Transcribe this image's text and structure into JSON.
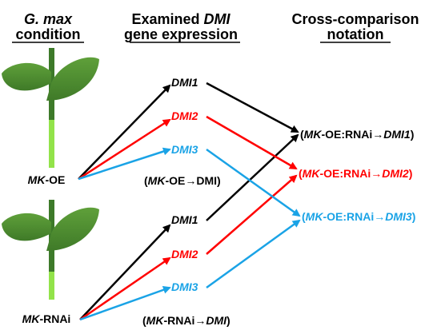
{
  "headers": {
    "condition": {
      "line1": "G. max",
      "line2": "condition"
    },
    "expression": {
      "line1_prefix": "Examined ",
      "line1_italic": "DMI",
      "line2": "gene expression"
    },
    "notation": {
      "line1": "Cross-comparison",
      "line2": "notation"
    }
  },
  "conditions": {
    "oe": {
      "italic": "MK",
      "rest": "-OE"
    },
    "rnai": {
      "italic": "MK",
      "rest": "-RNAi"
    }
  },
  "genes": [
    "DMI1",
    "DMI2",
    "DMI3"
  ],
  "oe_summary": {
    "open": "(",
    "italic": "MK",
    "rest": "-OE→DMI)"
  },
  "rnai_summary": {
    "open": "(",
    "italic": "MK",
    "rest": "-RNAi→",
    "gene_italic": "DMI",
    "close": ")"
  },
  "cross": [
    {
      "open": "(",
      "italic": "MK",
      "mid": "-OE:RNAi→",
      "gene": "DMI1",
      "close": ")",
      "color": "#000000"
    },
    {
      "open": "(",
      "italic": "MK",
      "mid": "-OE:RNAi→",
      "gene": "DMI2",
      "close": ")",
      "color": "#ff0000"
    },
    {
      "open": "(",
      "italic": "MK",
      "mid": "-OE:RNAi→",
      "gene": "DMI3",
      "close": ")",
      "color": "#1aa3e6"
    }
  ],
  "colors": {
    "dmi1": "#000000",
    "dmi2": "#ff0000",
    "dmi3": "#1aa3e6",
    "leaf": "#4f8f2f",
    "stem_dark": "#3d7a2a",
    "stem_light": "#92e34a"
  }
}
